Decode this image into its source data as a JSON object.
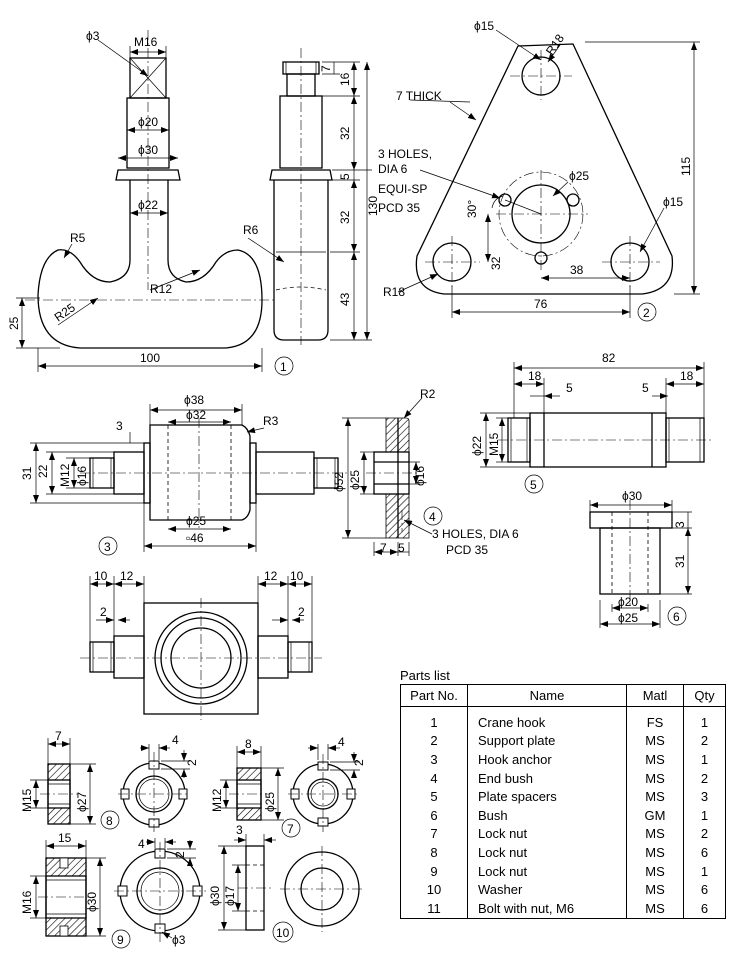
{
  "labels": {
    "hook_phi3": "ϕ3",
    "hook_m16": "M16",
    "hook_phi20": "ϕ20",
    "hook_phi30": "ϕ30",
    "hook_phi22": "ϕ22",
    "hook_r5": "R5",
    "hook_r12": "R12",
    "hook_r25": "R25",
    "hook_25": "25",
    "hook_100": "100",
    "hook_r6": "R6",
    "side_7": "7",
    "side_16": "16",
    "side_32a": "32",
    "side_5": "5",
    "side_32b": "32",
    "side_130": "130",
    "side_43": "43",
    "plate_phi15_top": "ϕ15",
    "plate_r18_top": "R18",
    "plate_7thick": "7 THICK",
    "plate_holes1": "3 HOLES,",
    "plate_holes2": "DIA 6",
    "plate_holes3": "EQUI-SP",
    "plate_holes4": "PCD 35",
    "plate_phi25": "ϕ25",
    "plate_30deg": "30°",
    "plate_phi15_right": "ϕ15",
    "plate_115": "115",
    "plate_32": "32",
    "plate_38": "38",
    "plate_r18": "R18",
    "plate_76": "76",
    "anchor_phi38": "ϕ38",
    "anchor_phi32": "ϕ32",
    "anchor_r3": "R3",
    "anchor_3": "3",
    "anchor_31": "31",
    "anchor_22": "22",
    "anchor_m12": "M12",
    "anchor_phi16": "ϕ16",
    "anchor_phi25": "ϕ25",
    "anchor_sq46": "▫46",
    "bush_r2": "R2",
    "bush_phi52": "ϕ52",
    "bush_phi25": "ϕ25",
    "bush_phi16": "ϕ16",
    "bush_7": "7",
    "bush_5": "5",
    "bush_holes1": "3 HOLES, DIA 6",
    "bush_holes2": "PCD 35",
    "spacer_82": "82",
    "spacer_18a": "18",
    "spacer_5a": "5",
    "spacer_5b": "5",
    "spacer_18b": "18",
    "spacer_phi22": "ϕ22",
    "spacer_m15": "M15",
    "gm_phi30": "ϕ30",
    "gm_3": "3",
    "gm_31": "31",
    "gm_phi20": "ϕ20",
    "gm_phi25": "ϕ25",
    "plan_10a": "10",
    "plan_12a": "12",
    "plan_12b": "12",
    "plan_10b": "10",
    "plan_2a": "2",
    "plan_2b": "2",
    "ln8_7": "7",
    "ln8_m15": "M15",
    "ln8_phi27": "ϕ27",
    "ln8_4": "4",
    "ln8_2": "2",
    "ln7_8": "8",
    "ln7_m12": "M12",
    "ln7_phi25": "ϕ25",
    "ln7_4": "4",
    "ln7_2": "2",
    "ln9_15": "15",
    "ln9_m16": "M16",
    "ln9_phi30": "ϕ30",
    "ln9_4": "4",
    "ln9_2": "2",
    "ln9_phi3": "ϕ3",
    "w10_3": "3",
    "w10_phi30": "ϕ30",
    "w10_phi17": "ϕ17"
  },
  "part_markers": [
    "1",
    "2",
    "3",
    "4",
    "5",
    "6",
    "7",
    "8",
    "9",
    "10"
  ],
  "parts_list": {
    "caption": "Parts list",
    "headers": {
      "part_no": "Part No.",
      "name": "Name",
      "matl": "Matl",
      "qty": "Qty"
    },
    "rows": [
      {
        "no": "1",
        "name": "Crane hook",
        "matl": "FS",
        "qty": "1"
      },
      {
        "no": "2",
        "name": "Support plate",
        "matl": "MS",
        "qty": "2"
      },
      {
        "no": "3",
        "name": "Hook anchor",
        "matl": "MS",
        "qty": "1"
      },
      {
        "no": "4",
        "name": "End bush",
        "matl": "MS",
        "qty": "2"
      },
      {
        "no": "5",
        "name": "Plate spacers",
        "matl": "MS",
        "qty": "3"
      },
      {
        "no": "6",
        "name": "Bush",
        "matl": "GM",
        "qty": "1"
      },
      {
        "no": "7",
        "name": "Lock nut",
        "matl": "MS",
        "qty": "2"
      },
      {
        "no": "8",
        "name": "Lock nut",
        "matl": "MS",
        "qty": "6"
      },
      {
        "no": "9",
        "name": "Lock nut",
        "matl": "MS",
        "qty": "1"
      },
      {
        "no": "10",
        "name": "Washer",
        "matl": "MS",
        "qty": "6"
      },
      {
        "no": "11",
        "name": "Bolt with nut, M6",
        "matl": "MS",
        "qty": "6"
      }
    ]
  }
}
